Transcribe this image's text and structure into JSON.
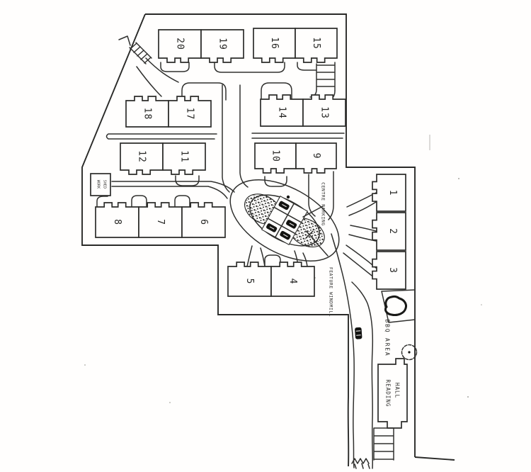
{
  "plan": {
    "units": [
      {
        "label": "1"
      },
      {
        "label": "2"
      },
      {
        "label": "3"
      },
      {
        "label": "4"
      },
      {
        "label": "5"
      },
      {
        "label": "6"
      },
      {
        "label": "7"
      },
      {
        "label": "8"
      },
      {
        "label": "9"
      },
      {
        "label": "10"
      },
      {
        "label": "11"
      },
      {
        "label": "12"
      },
      {
        "label": "13"
      },
      {
        "label": "14"
      },
      {
        "label": "15"
      },
      {
        "label": "16"
      },
      {
        "label": "17"
      },
      {
        "label": "18"
      },
      {
        "label": "19"
      },
      {
        "label": "20"
      }
    ],
    "labels": {
      "centre_parking": "CENTRE PARKING",
      "feature_windmill": "FEATURE WINDMILL",
      "bbq_area": "BBQ AREA",
      "reading_hall_line1": "READING",
      "reading_hall_line2": "HALL",
      "work_shed_line1": "WORK",
      "work_shed_line2": "SHED"
    },
    "colors": {
      "ink": "#30302e",
      "paper": "#fffefd"
    }
  }
}
